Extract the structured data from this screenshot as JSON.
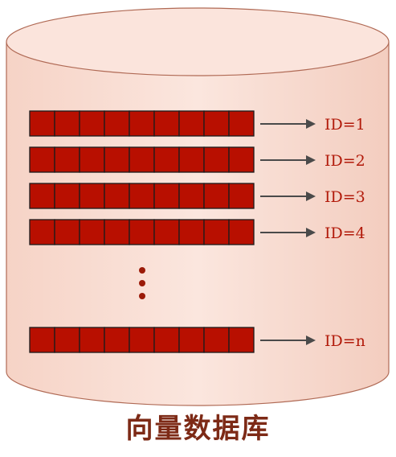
{
  "diagram": {
    "caption": "向量数据库",
    "vectors": [
      {
        "id_label": "ID=1"
      },
      {
        "id_label": "ID=2"
      },
      {
        "id_label": "ID=3"
      },
      {
        "id_label": "ID=4"
      },
      {
        "id_label": "ID=n"
      }
    ],
    "cells_per_vector": 9,
    "colors": {
      "cylinder_fill": "#f9e1d8",
      "cylinder_stroke": "#b06a55",
      "cell_fill": "#b80f00",
      "cell_stroke": "#1c1c1c",
      "arrow": "#4a4a4a",
      "label": "#b21a0a",
      "dots": "#9b1a08",
      "caption": "#7d2a16"
    }
  }
}
